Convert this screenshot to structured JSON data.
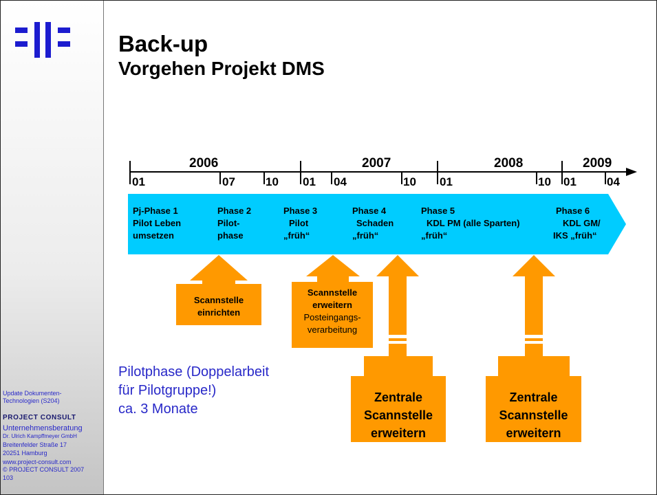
{
  "slide": {
    "title": "Back-up",
    "subtitle": "Vorgehen Projekt DMS"
  },
  "sidebar": {
    "footer_line1": "Update Dokumenten-",
    "footer_line2": "Technologien (S204)",
    "brand": "PROJECT CONSULT",
    "company": "Unternehmensberatung",
    "person": "Dr. Ulrich Kampffmeyer GmbH",
    "street": "Breitenfelder Straße 17",
    "city": "20251 Hamburg",
    "web": "www.project-consult.com",
    "copyright": "© PROJECT CONSULT 2007",
    "page": "103"
  },
  "timeline": {
    "years": [
      "2006",
      "2007",
      "2008",
      "2009"
    ],
    "months": [
      "01",
      "07",
      "10",
      "01",
      "04",
      "10",
      "01",
      "10",
      "01",
      "04"
    ]
  },
  "phases": [
    {
      "lines": [
        "Pj-Phase 1",
        "Pilot Leben",
        "umsetzen"
      ]
    },
    {
      "lines": [
        "Phase 2",
        "Pilot-",
        "phase"
      ]
    },
    {
      "lines": [
        "Phase 3",
        "Pilot",
        "„früh“"
      ]
    },
    {
      "lines": [
        "Phase 4",
        "Schaden",
        "„früh“"
      ]
    },
    {
      "lines": [
        "Phase 5",
        "KDL PM (alle Sparten)",
        "„früh“"
      ]
    },
    {
      "lines": [
        "Phase 6",
        "KDL GM/",
        "IKS „früh“"
      ]
    }
  ],
  "boxes": {
    "scan1": {
      "line1": "Scannstelle",
      "line2": "einrichten"
    },
    "scan2": {
      "line1": "Scannstelle",
      "line2": "erweitern",
      "line3": "Posteingangs-",
      "line4": "verarbeitung"
    },
    "central1": {
      "line1": "Zentrale",
      "line2": "Scannstelle",
      "line3": "erweitern"
    },
    "central2": {
      "line1": "Zentrale",
      "line2": "Scannstelle",
      "line3": "erweitern"
    }
  },
  "note": {
    "line1": "Pilotphase (Doppelarbeit",
    "line2": "für Pilotgruppe!)",
    "line3": "ca. 3 Monate"
  },
  "colors": {
    "phase_arrow": "#00ccff",
    "orange_arrow": "#ff9900",
    "logo_blue": "#1c1ccf",
    "sidebar_text": "#2828c8",
    "note_text": "#2828c8"
  }
}
